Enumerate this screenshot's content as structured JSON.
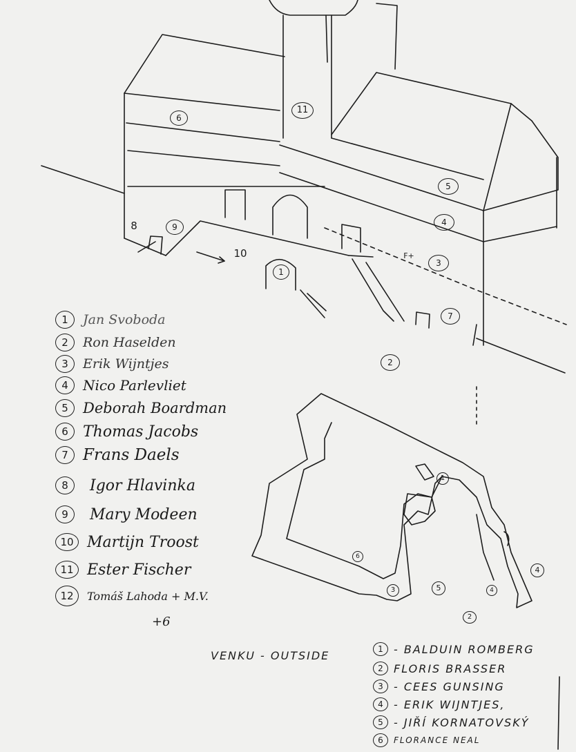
{
  "inside_legend": [
    {
      "num": "1",
      "name": "Jan Svoboda"
    },
    {
      "num": "2",
      "name": "Ron Haselden"
    },
    {
      "num": "3",
      "name": "Erik Wijntjes"
    },
    {
      "num": "4",
      "name": "Nico Parlevliet"
    },
    {
      "num": "5",
      "name": "Deborah Boardman"
    },
    {
      "num": "6",
      "name": "Thomas Jacobs"
    },
    {
      "num": "7",
      "name": "Frans Daels"
    },
    {
      "num": "8",
      "name": "Igor Hlavinka"
    },
    {
      "num": "9",
      "name": "Mary Modeen"
    },
    {
      "num": "10",
      "name": "Martijn Troost"
    },
    {
      "num": "11",
      "name": "Ester Fischer"
    },
    {
      "num": "12",
      "name": "Tomáš Lahoda + M.V."
    }
  ],
  "extra_note": "+6",
  "outside_heading": "VENKU - OUTSIDE",
  "outside_legend": [
    {
      "num": "1",
      "name": "- BALDUIN ROMBERG"
    },
    {
      "num": "2",
      "name": "FLORIS BRASSER"
    },
    {
      "num": "3",
      "name": "- CEES GUNSING"
    },
    {
      "num": "4",
      "name": "- ERIK WIJNTJES,"
    },
    {
      "num": "5",
      "name": "- JIŘÍ KORNATOVSKÝ"
    },
    {
      "num": "6",
      "name": "FLORANCE NEAL"
    }
  ],
  "building_marks": {
    "m11": "11",
    "m6": "6",
    "m5": "5",
    "m4": "4",
    "m3": "3",
    "m7": "7",
    "m2": "2",
    "m1": "1",
    "m9": "9",
    "m8": "8",
    "m10": "10"
  },
  "plan_marks": {
    "p1": "1",
    "p2": "2",
    "p3": "3",
    "p4": "4",
    "p5": "5",
    "p6": "6",
    "p4b": "4"
  },
  "ink_color": "#1d1d1d",
  "paper_color": "#f1f1ef"
}
